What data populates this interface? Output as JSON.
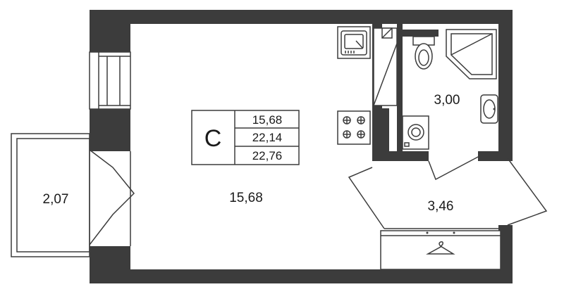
{
  "plan": {
    "rooms": {
      "balcony": "2,07",
      "living": "15,68",
      "bathroom": "3,00",
      "hall": "3,46"
    },
    "badge": {
      "letter": "С",
      "values": [
        "15,68",
        "22,14",
        "22,76"
      ]
    },
    "colors": {
      "wall": "#3c3c3c",
      "background": "#ffffff"
    },
    "icons": [
      "sink-icon",
      "stove-icon",
      "toilet-icon",
      "shower-icon",
      "washbasin-icon",
      "washing-machine-icon",
      "hanger-icon"
    ]
  }
}
